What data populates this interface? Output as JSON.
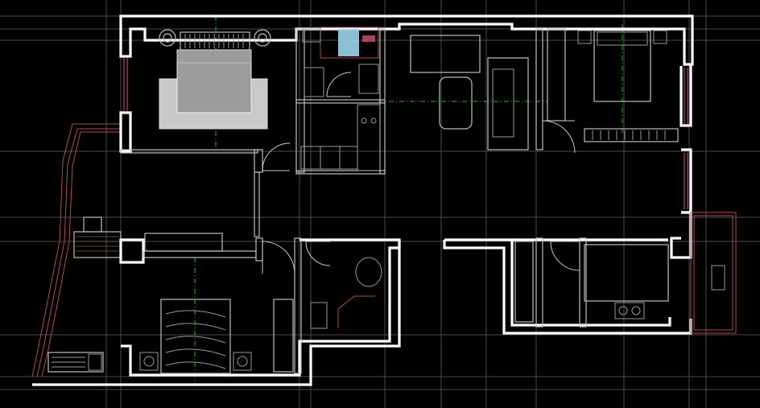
{
  "view": {
    "type": "2D architectural floor plan (CAD viewport)",
    "background_color": "#000000",
    "wall_color": "#ffffff",
    "grid_line_color": "#4a4a4a",
    "furniture_line_color": "#bdbdbd",
    "axis_line_color": "#19c019",
    "glass_and_window_color": "#b24a5a",
    "printed_labels": []
  },
  "rooms": [
    {
      "id": "master-bedroom",
      "furniture": [
        "double-bed",
        "two-nightstands",
        "rug"
      ]
    },
    {
      "id": "ensuite-bathroom",
      "furniture": [
        "shower",
        "toilet",
        "basin"
      ]
    },
    {
      "id": "kitchen",
      "furniture": [
        "counter",
        "stove",
        "cabinets"
      ]
    },
    {
      "id": "living-dining",
      "furniture": [
        "sofa",
        "dining-table",
        "tv-cabinet"
      ]
    },
    {
      "id": "second-bedroom",
      "furniture": [
        "double-bed",
        "nightstand",
        "wardrobe",
        "radiator"
      ]
    },
    {
      "id": "third-bedroom",
      "furniture": [
        "double-bed",
        "two-nightstands",
        "wardrobe"
      ]
    },
    {
      "id": "bay-window-balcony",
      "furniture": [
        "storage-unit",
        "desk"
      ]
    },
    {
      "id": "bathroom-2",
      "furniture": [
        "toilet",
        "vanity"
      ]
    },
    {
      "id": "utility-laundry",
      "furniture": [
        "sink",
        "cooktop",
        "cabinets"
      ]
    }
  ]
}
